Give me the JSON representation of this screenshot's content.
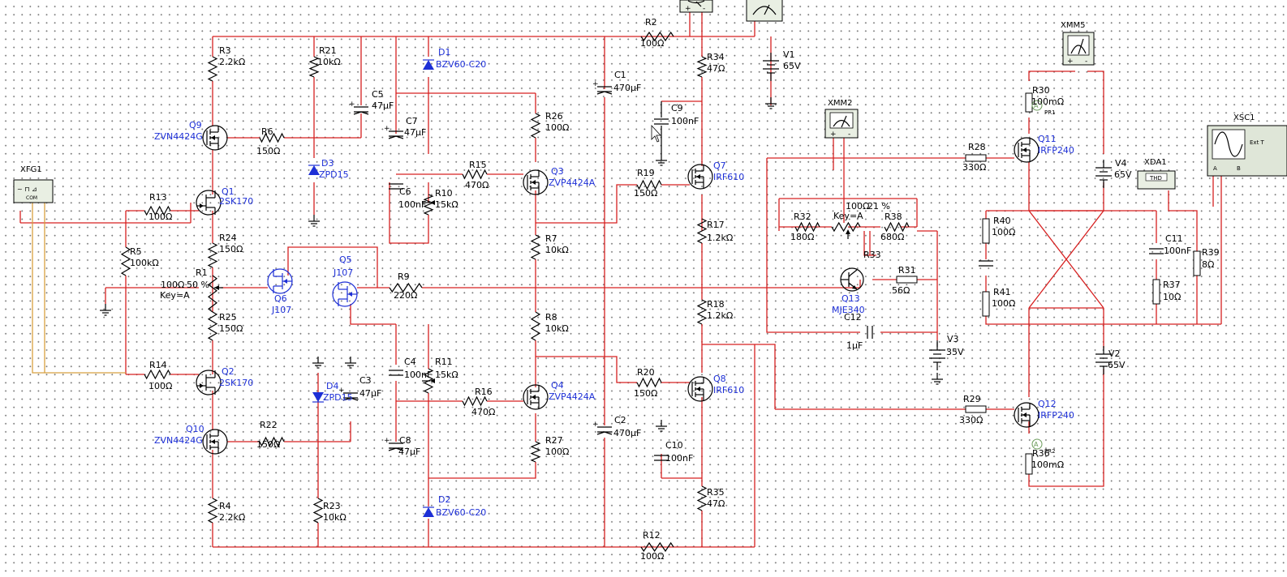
{
  "labels": {
    "R1": "R1",
    "R1v": "100Ω",
    "R1p": "50 %",
    "R1k": "Key=A",
    "R2": "R2",
    "R2v": "100Ω",
    "R3": "R3",
    "R3v": "2.2kΩ",
    "R4": "R4",
    "R4v": "2.2kΩ",
    "R5": "R5",
    "R5v": "100kΩ",
    "R6": "R6",
    "R6v": "150Ω",
    "R7": "R7",
    "R7v": "10kΩ",
    "R8": "R8",
    "R8v": "10kΩ",
    "R9": "R9",
    "R9v": "220Ω",
    "R10": "R10",
    "R10v": "15kΩ",
    "R11": "R11",
    "R11v": "15kΩ",
    "R12": "R12",
    "R12v": "100Ω",
    "R13": "R13",
    "R13v": "100Ω",
    "R14": "R14",
    "R14v": "100Ω",
    "R15": "R15",
    "R15v": "470Ω",
    "R16": "R16",
    "R16v": "470Ω",
    "R17": "R17",
    "R17v": "1.2kΩ",
    "R18": "R18",
    "R18v": "1.2kΩ",
    "R19": "R19",
    "R19v": "150Ω",
    "R20": "R20",
    "R20v": "150Ω",
    "R21": "R21",
    "R21v": "10kΩ",
    "R22": "R22",
    "R22v": "150Ω",
    "R23": "R23",
    "R23v": "10kΩ",
    "R24": "R24",
    "R24v": "150Ω",
    "R25": "R25",
    "R25v": "150Ω",
    "R26": "R26",
    "R26v": "100Ω",
    "R27": "R27",
    "R27v": "100Ω",
    "R28": "R28",
    "R28v": "330Ω",
    "R29": "R29",
    "R29v": "330Ω",
    "R30": "R30",
    "R30v": "100mΩ",
    "R31": "R31",
    "R31v": "56Ω",
    "R32": "R32",
    "R32v": "180Ω",
    "R33": "R33",
    "R33v": "100Ω",
    "R33p": "21 %",
    "R33k": "Key=A",
    "R34": "R34",
    "R34v": "47Ω",
    "R35": "R35",
    "R35v": "47Ω",
    "R36": "R36",
    "R36v": "100mΩ",
    "R37": "R37",
    "R37v": "10Ω",
    "R38": "R38",
    "R38v": "680Ω",
    "R39": "R39",
    "R39v": "8Ω",
    "R40": "R40",
    "R40v": "100Ω",
    "R41": "R41",
    "R41v": "100Ω",
    "C1": "C1",
    "C1v": "470µF",
    "C2": "C2",
    "C2v": "470µF",
    "C3": "C3",
    "C3v": "47µF",
    "C4": "C4",
    "C4v": "100nF",
    "C5": "C5",
    "C5v": "47µF",
    "C6": "C6",
    "C6v": "100nF",
    "C7": "C7",
    "C7v": "47µF",
    "C8": "C8",
    "C8v": "47µF",
    "C9": "C9",
    "C9v": "100nF",
    "C10": "C10",
    "C10v": "100nF",
    "C11": "C11",
    "C11v": "100nF",
    "C12": "C12",
    "C12v": "1µF",
    "D1": "D1",
    "D1v": "BZV60-C20",
    "D2": "D2",
    "D2v": "BZV60-C20",
    "D3": "D3",
    "D3v": "ZPD15",
    "D4": "D4",
    "D4v": "ZPD15",
    "Q1": "Q1",
    "Q1v": "2SK170",
    "Q2": "Q2",
    "Q2v": "2SK170",
    "Q3": "Q3",
    "Q3v": "ZVP4424A",
    "Q4": "Q4",
    "Q4v": "ZVP4424A",
    "Q5": "Q5",
    "Q5v": "J107",
    "Q6": "Q6",
    "Q6v": "J107",
    "Q7": "Q7",
    "Q7v": "IRF610",
    "Q8": "Q8",
    "Q8v": "IRF610",
    "Q9": "Q9",
    "Q9v": "ZVN4424G",
    "Q10": "Q10",
    "Q10v": "ZVN4424G",
    "Q11": "Q11",
    "Q11v": "IRFP240",
    "Q12": "Q12",
    "Q12v": "IRFP240",
    "Q13": "Q13",
    "Q13v": "MJE340",
    "V1": "V1",
    "V1v": "65V",
    "V2": "V2",
    "V2v": "65V",
    "V3": "V3",
    "V3v": "35V",
    "V4": "V4",
    "V4v": "65V",
    "XFG1": "XFG1",
    "XMM2": "XMM2",
    "XMM5": "XMM5",
    "XDA1": "XDA1",
    "XSC1": "XSC1",
    "PR1": "PR1",
    "PR2": "PR2",
    "THD": "THD",
    "ExtT": "Ext T",
    "COM": "COM",
    "A": "A",
    "B": "B"
  }
}
